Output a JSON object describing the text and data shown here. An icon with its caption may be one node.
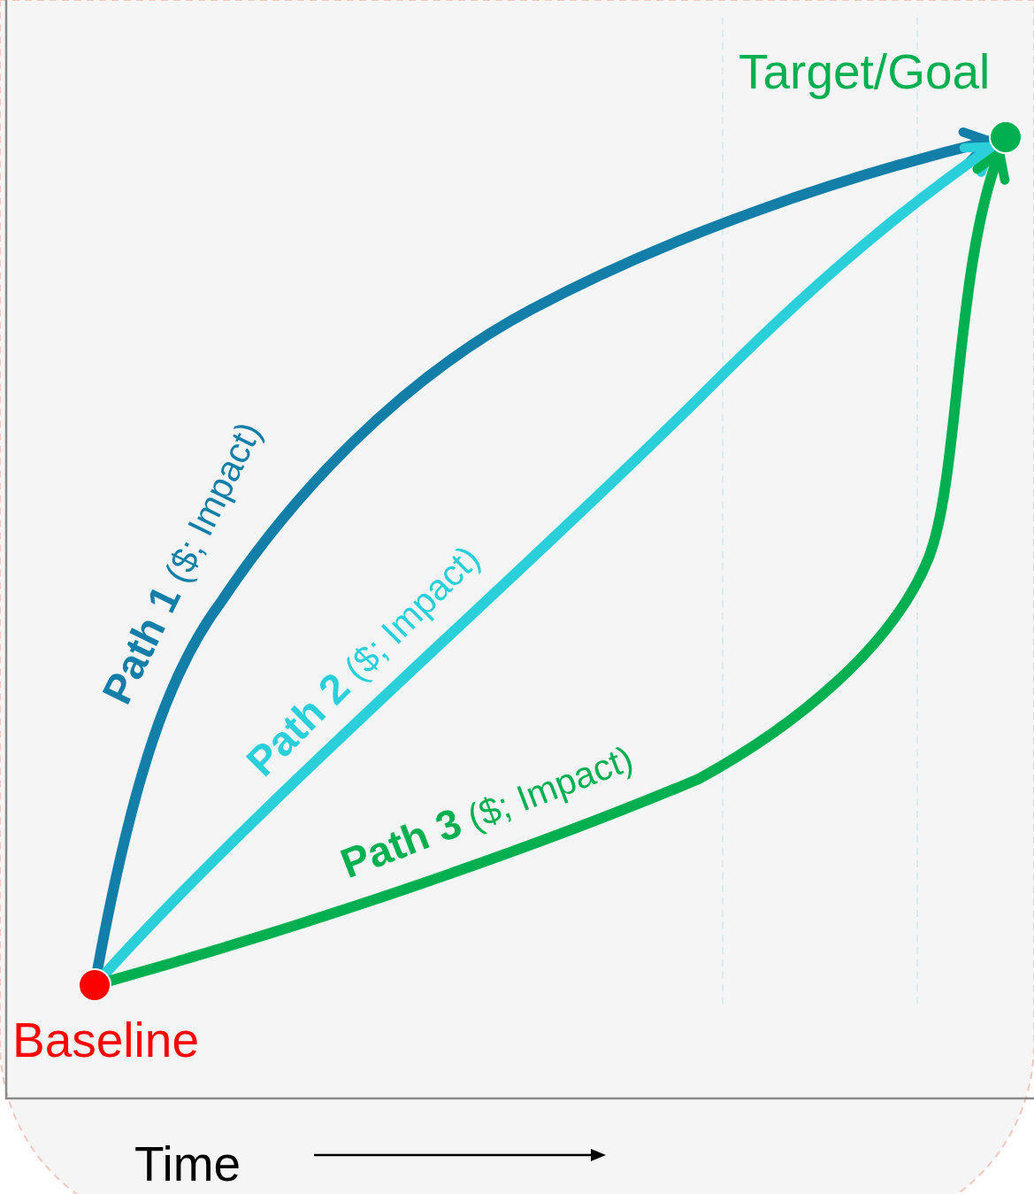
{
  "diagram": {
    "nodes": [
      {
        "text": [],
        "shape": "circle",
        "beside": [
          "Baseline"
        ]
      },
      {
        "text": [],
        "shape": "circle",
        "beside": [
          "Target/Goal"
        ]
      }
    ],
    "edges": [
      {
        "from": 0,
        "to": 1,
        "arrow": "to",
        "label": "**Path 1** ($; Impact)",
        "color": "#137fa8"
      },
      {
        "from": 0,
        "to": 1,
        "arrow": "to",
        "label": "**Path 2** ($; Impact)",
        "color": "#2bcfd9"
      },
      {
        "from": 0,
        "to": 1,
        "arrow": "to",
        "label": "**Path 3** ($; Impact)",
        "color": "#00b050"
      }
    ],
    "labels": [
      "Time"
    ]
  }
}
